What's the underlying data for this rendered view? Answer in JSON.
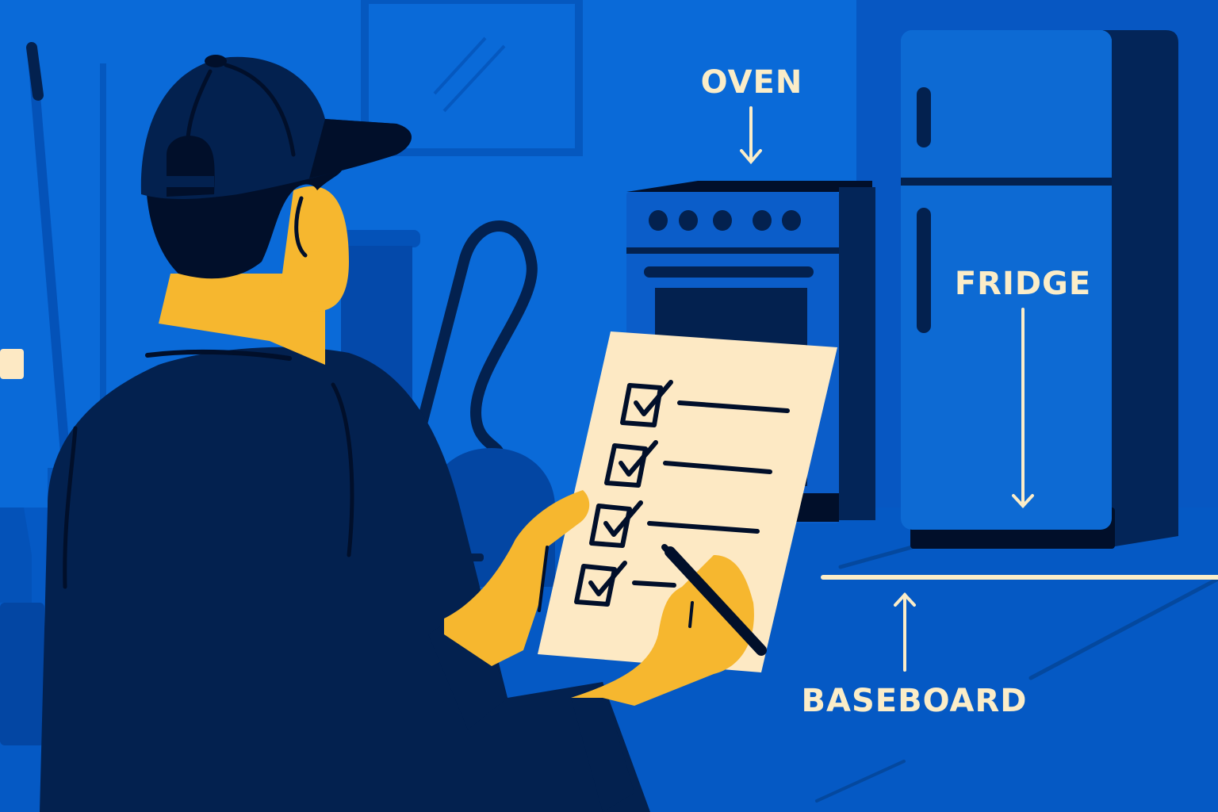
{
  "illustration": {
    "subject": "Worker in cap reviewing a cleaning checklist in a kitchen",
    "labels": {
      "oven": "OVEN",
      "fridge": "FRIDGE",
      "baseboard": "BASEBOARD"
    },
    "checklist": {
      "items": [
        {
          "checked": true
        },
        {
          "checked": true
        },
        {
          "checked": true
        },
        {
          "checked": true
        }
      ]
    },
    "colors": {
      "background": "#0a6ad8",
      "floor": "#0559c4",
      "dark_navy": "#03214f",
      "darkest": "#010f2a",
      "skin": "#f6b72f",
      "paper": "#fde9c4",
      "label_text": "#fbedc8",
      "appliance": "#0d66cf",
      "appliance_side": "#032558"
    }
  }
}
